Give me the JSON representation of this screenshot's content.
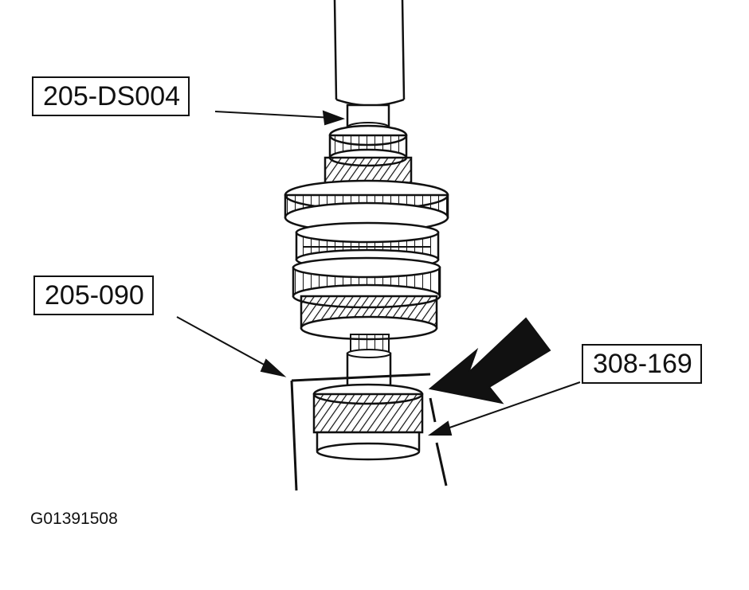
{
  "callouts": {
    "tool_upper": "205-DS004",
    "tool_middle": "205-090",
    "tool_lower": "308-169"
  },
  "figure_id": "G01391508",
  "colors": {
    "ink": "#111111",
    "paper": "#ffffff"
  }
}
